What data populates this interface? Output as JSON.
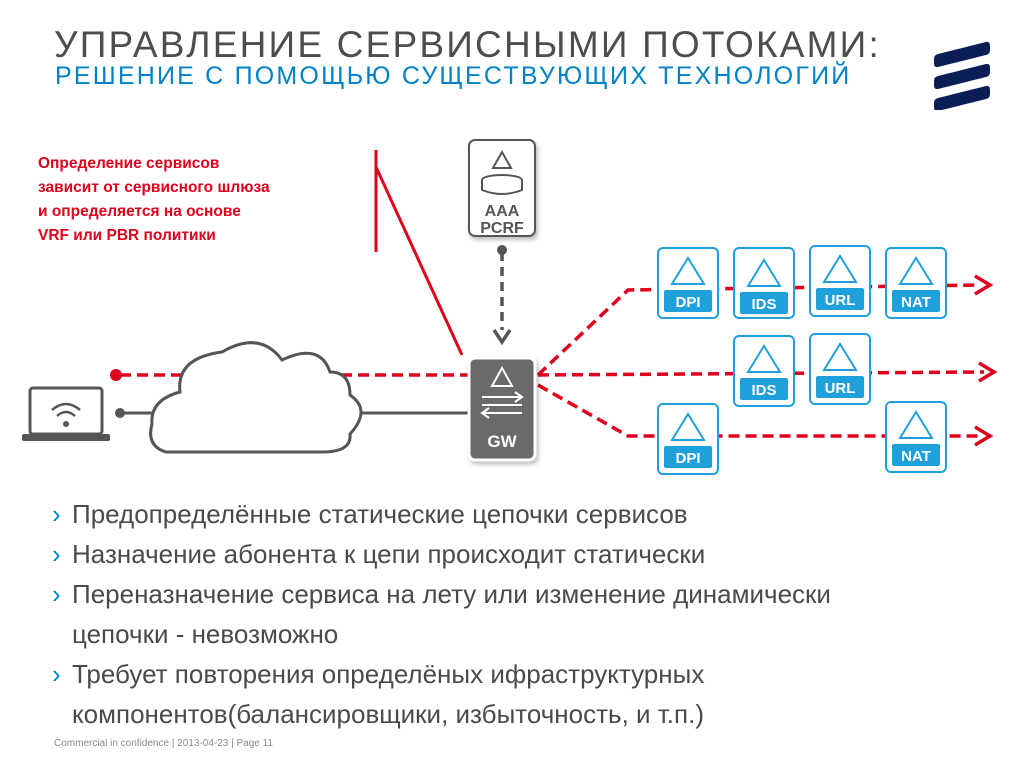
{
  "header": {
    "title": "УПРАВЛЕНИЕ СЕРВИСНЫМИ ПОТОКАМИ:",
    "subtitle": "РЕШЕНИЕ С ПОМОЩЬЮ СУЩЕСТВУЮЩИХ ТЕХНОЛОГИЙ"
  },
  "note": {
    "lines": [
      "Определение сервисов",
      "зависит от сервисного шлюза",
      "и определяется на основе",
      "VRF или PBR политики"
    ]
  },
  "diagram": {
    "aaa_label_1": "AAA",
    "aaa_label_2": "PCRF",
    "gw_label": "GW",
    "chain_top": [
      "DPI",
      "IDS",
      "URL",
      "NAT"
    ],
    "chain_middle": [
      "IDS",
      "URL"
    ],
    "chain_bottom": [
      "DPI",
      "NAT"
    ],
    "colors": {
      "red": "#e0001b",
      "blue": "#1ea0dc",
      "dark_gray": "#555555",
      "gw_fill": "#6b6b6b"
    },
    "icons": [
      "laptop-wifi-icon",
      "cloud-icon",
      "database-icon",
      "triangle-icon",
      "bidirectional-arrows-icon"
    ]
  },
  "bullets": [
    "Предопределённые статические цепочки сервисов",
    "Назначение абонента к цепи происходит статически",
    "Переназначение сервиса на лету или изменение динамически цепочки - невозможно",
    "Требует повторения определёных ифраструктурных компонентов(балансировщики, избыточность, и т.п.)"
  ],
  "bullet_marker": "›",
  "footer": "Commercial in confidence | 2013-04-23 | Page 11"
}
